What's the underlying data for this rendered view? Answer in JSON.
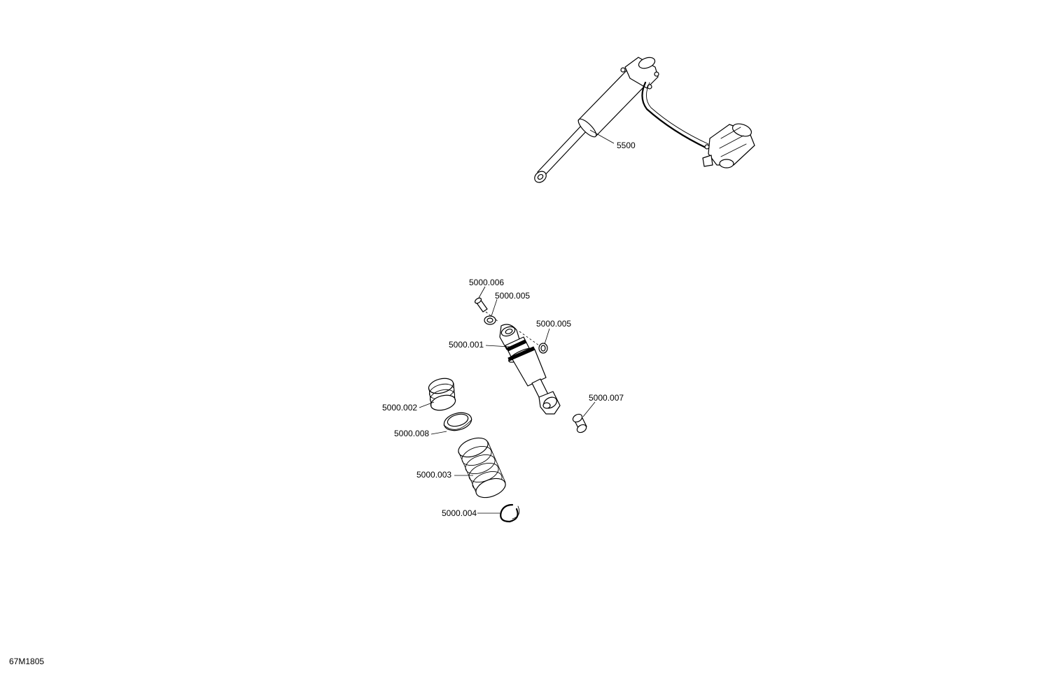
{
  "figure_id": "67M1805",
  "callouts": {
    "reservoir_shock": "5500",
    "shock_pin": "5000.006",
    "bushing_upper_left": "5000.005",
    "bushing_upper_right": "5000.005",
    "shock_body": "5000.001",
    "spring_upper": "5000.002",
    "spring_retainer": "5000.008",
    "spring_lower": "5000.003",
    "spring_clip": "5000.004",
    "lower_bushing": "5000.007"
  }
}
